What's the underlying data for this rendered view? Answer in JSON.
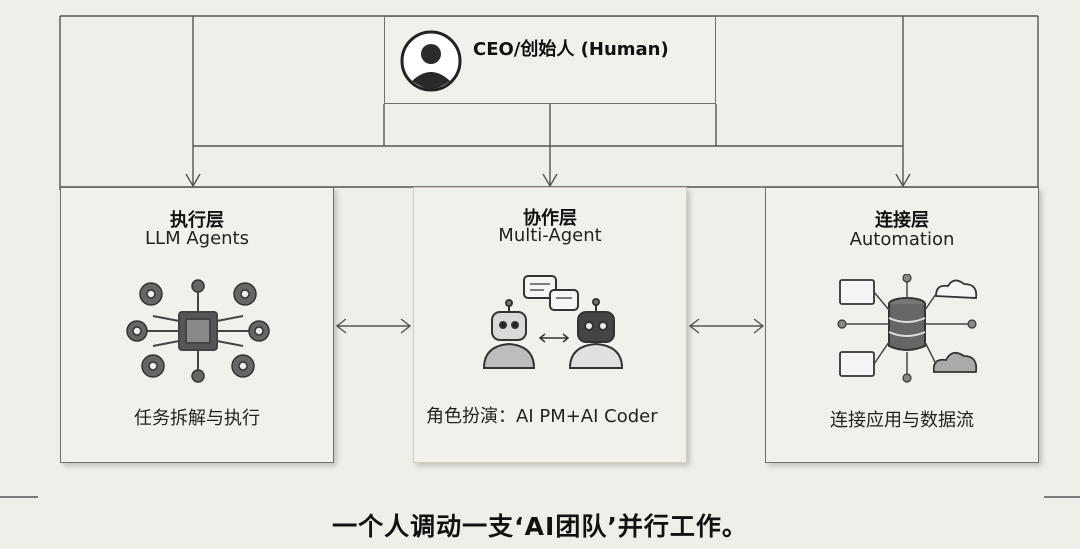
{
  "ceo": {
    "label": "CEO/创始人 (Human)",
    "icon": "person-avatar-icon"
  },
  "layers": [
    {
      "title": "执行层",
      "subtitle": "LLM Agents",
      "desc": "任务拆解与执行",
      "icon": "gear-chip-icon"
    },
    {
      "title": "协作层",
      "subtitle": "Multi-Agent",
      "desc": "角色扮演：AI PM+AI Coder",
      "icon": "robots-chat-icon"
    },
    {
      "title": "连接层",
      "subtitle": "Automation",
      "desc": "连接应用与数据流",
      "icon": "database-cloud-icon"
    }
  ],
  "caption": "一个人调动一支‘AI团队’并行工作。",
  "colors": {
    "line": "#555555",
    "box_border": "#6f6f6f",
    "background": "#efefe9"
  }
}
